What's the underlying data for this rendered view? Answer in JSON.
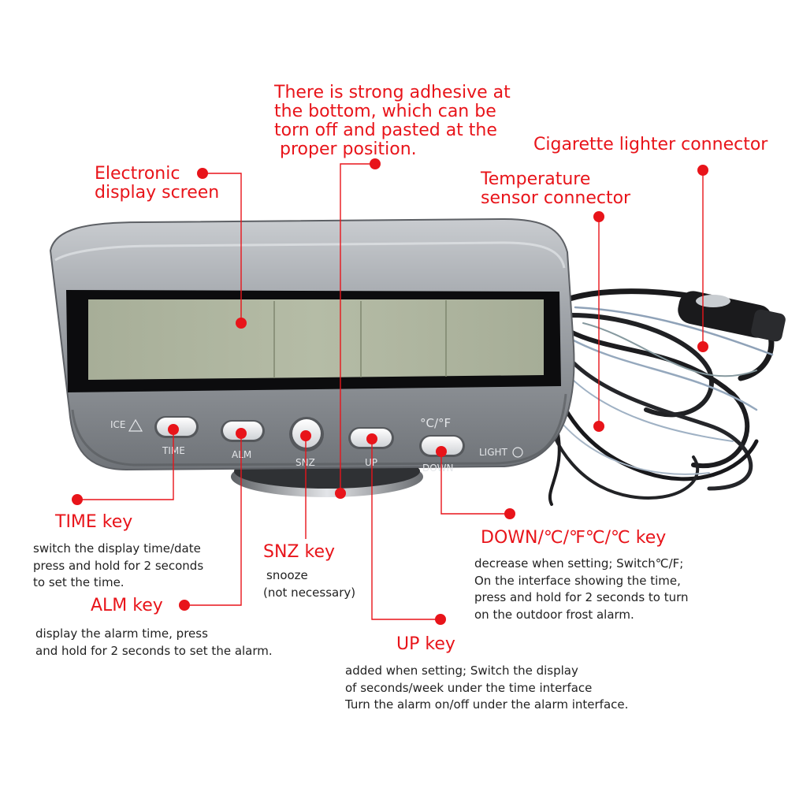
{
  "device": {
    "ice_label": "ICE",
    "light_label": "LIGHT",
    "unit_label": "°C/°F",
    "buttons": [
      "TIME",
      "ALM",
      "SNZ",
      "UP",
      "DOWN"
    ]
  },
  "callouts": {
    "adhesive": [
      "There is strong adhesive at",
      "the bottom, which can be",
      "torn off and pasted at the",
      "proper position."
    ],
    "screen": [
      "Electronic",
      "display screen"
    ],
    "cigarette": "Cigarette lighter connector",
    "temp_sensor": [
      "Temperature",
      "sensor connector"
    ],
    "time_key": {
      "title": "TIME key",
      "desc": [
        "switch the display time/date",
        "press and hold for 2 seconds",
        "to set the time."
      ]
    },
    "snz_key": {
      "title": "SNZ key",
      "desc": [
        "snooze",
        "(not necessary)"
      ]
    },
    "down_key": {
      "title": "DOWN/℃/℉℃/℃ key",
      "desc": [
        "decrease when setting;  Switch℃/F;",
        "On the interface showing the time,",
        "press and hold for 2 seconds to turn",
        "on the outdoor frost alarm."
      ]
    },
    "alm_key": {
      "title": "ALM key",
      "desc": [
        "display the alarm time, press",
        "and hold for 2 seconds to set the alarm."
      ]
    },
    "up_key": {
      "title": "UP key",
      "desc": [
        "added when setting;  Switch the display",
        "of seconds/week under the time interface",
        "Turn the alarm on/off under the alarm interface."
      ]
    }
  },
  "colors": {
    "accent": "#e8141a",
    "body": "#9a9ea3",
    "lcd": "#aeb6a0"
  }
}
